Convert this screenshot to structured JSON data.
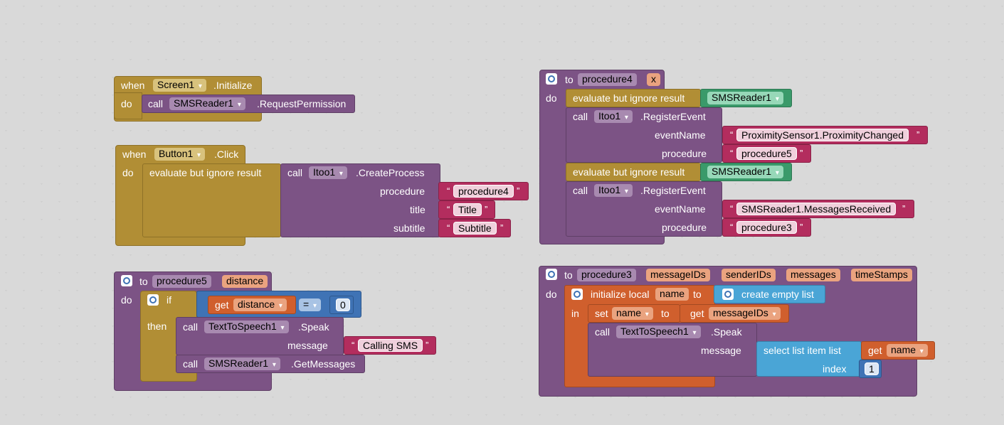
{
  "b1": {
    "when": "when",
    "comp": "Screen1",
    "event": ".Initialize",
    "do": "do",
    "call": "call",
    "target": "SMSReader1",
    "method": ".RequestPermission"
  },
  "b2": {
    "when": "when",
    "comp": "Button1",
    "event": ".Click",
    "do": "do",
    "eval": "evaluate but ignore result",
    "call": "call",
    "target": "Itoo1",
    "method": ".CreateProcess",
    "arg1_label": "procedure",
    "arg1_val": "procedure4",
    "arg2_label": "title",
    "arg2_val": "Title",
    "arg3_label": "subtitle",
    "arg3_val": "Subtitle"
  },
  "b3": {
    "to": "to",
    "name": "procedure5",
    "param": "distance",
    "do": "do",
    "if": "if",
    "then": "then",
    "get": "get",
    "getvar": "distance",
    "op": "=",
    "num": "0",
    "call1": "call",
    "target1": "TextToSpeech1",
    "method1": ".Speak",
    "msg_label": "message",
    "msg_val": "Calling SMS",
    "call2": "call",
    "target2": "SMSReader1",
    "method2": ".GetMessages"
  },
  "b4": {
    "to": "to",
    "name": "procedure4",
    "param": "x",
    "do": "do",
    "eval": "evaluate but ignore result",
    "sms": "SMSReader1",
    "call": "call",
    "target": "Itoo1",
    "method": ".RegisterEvent",
    "event_label": "eventName",
    "proc_label": "procedure",
    "ev1": "ProximitySensor1.ProximityChanged",
    "proc1": "procedure5",
    "ev2": "SMSReader1.MessagesReceived",
    "proc2": "procedure3"
  },
  "b5": {
    "to": "to",
    "name": "procedure3",
    "p1": "messageIDs",
    "p2": "senderIDs",
    "p3": "messages",
    "p4": "timeStamps",
    "do": "do",
    "init": "initialize local",
    "local": "name",
    "to_kw": "to",
    "empty": "create empty list",
    "in": "in",
    "set": "set",
    "setvar": "name",
    "get": "get",
    "getvar": "messageIDs",
    "call": "call",
    "target": "TextToSpeech1",
    "method": ".Speak",
    "msg_label": "message",
    "select": "select list item  list",
    "get2": "get",
    "getvar2": "name",
    "index_label": "index",
    "index_val": "1"
  }
}
